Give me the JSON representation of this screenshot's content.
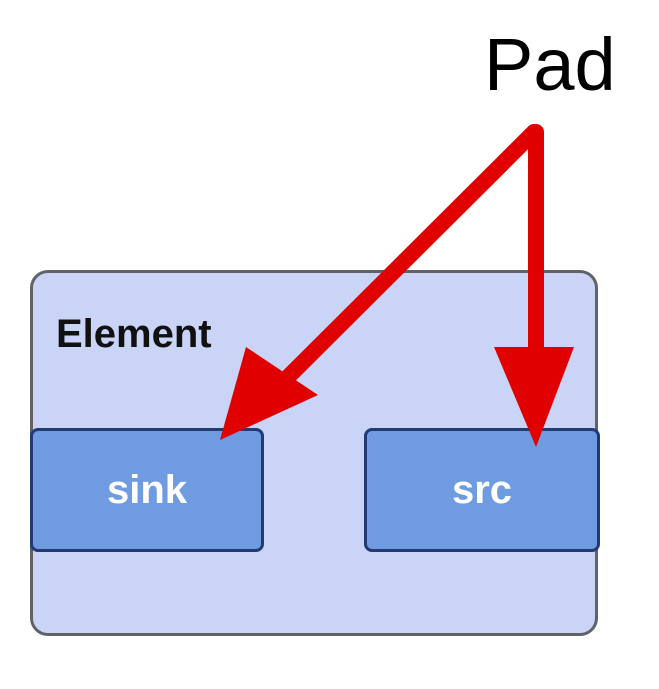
{
  "diagram": {
    "title": "Pad",
    "element_label": "Element",
    "pads": {
      "sink_label": "sink",
      "src_label": "src"
    },
    "colors": {
      "element_fill": "#c9d4f7",
      "element_border": "#5f6368",
      "pad_fill": "#6f9be0",
      "pad_border": "#243a73",
      "arrow": "#e00000"
    }
  }
}
